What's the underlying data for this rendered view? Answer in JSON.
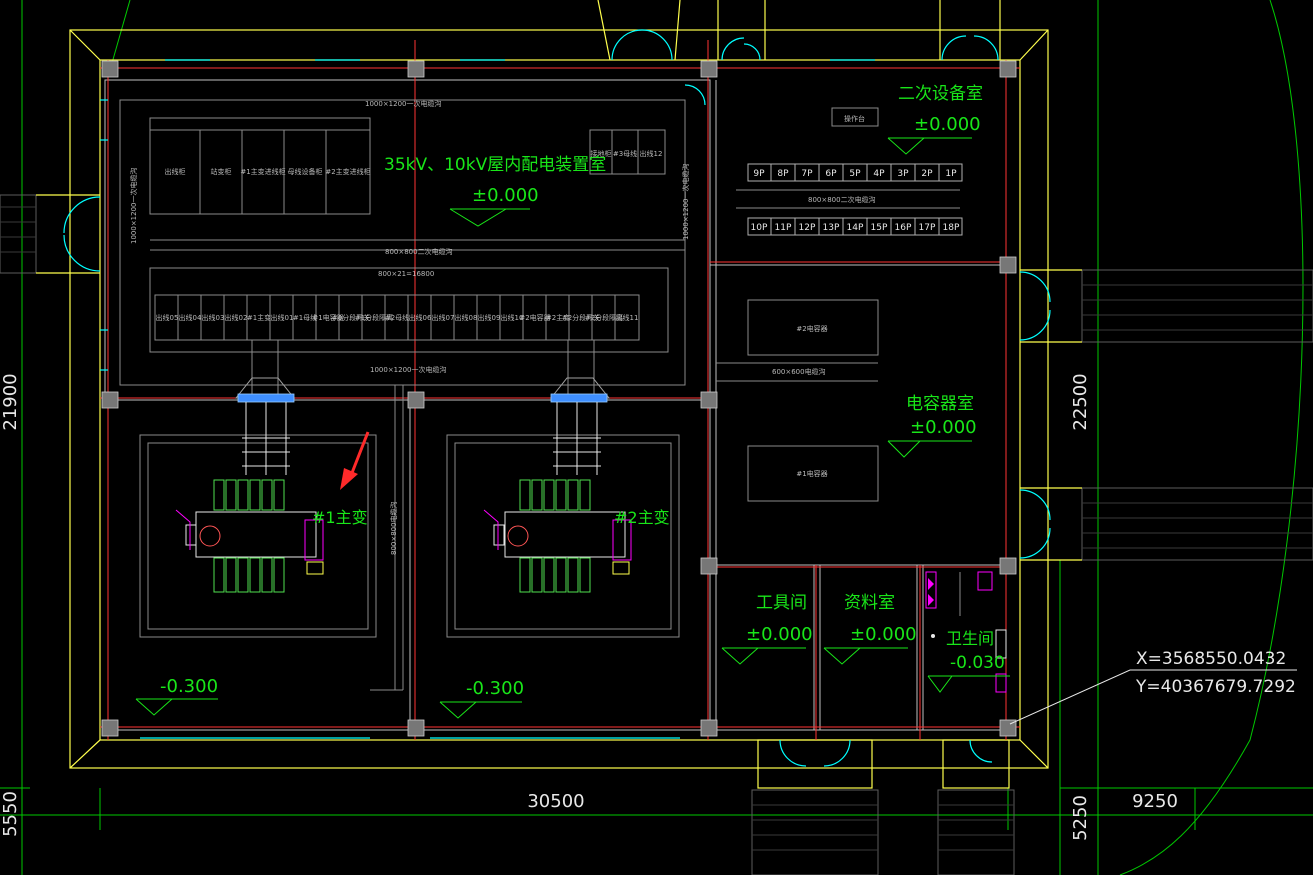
{
  "colors": {
    "background": "#000000",
    "wall": "#ffff4d",
    "axis": "#ff3333",
    "text_green": "#19e619",
    "dim_green": "#00c800",
    "line_gray": "#8a8a8a",
    "door_cyan": "#00ffff",
    "magenta": "#ff00ff",
    "equipment_white": "#e8e8e8",
    "arrow_red": "#ff2a2a"
  },
  "rooms": {
    "switchgear": {
      "name": "35kV、10kV屋内配电装置室",
      "elev": "±0.000"
    },
    "secondary": {
      "name": "二次设备室",
      "elev": "±0.000"
    },
    "capacitor": {
      "name": "电容器室",
      "elev": "±0.000"
    },
    "tool": {
      "name": "工具间",
      "elev": "±0.000"
    },
    "archive": {
      "name": "资料室",
      "elev": "±0.000"
    },
    "toilet": {
      "name": "卫生间",
      "elev": "-0.030"
    },
    "transformer1": {
      "name": "#1主变",
      "elev": "-0.300"
    },
    "transformer2": {
      "name": "#2主变",
      "elev": "-0.300"
    }
  },
  "cable_labels": {
    "top_trench": "1000×1200一次电缆沟",
    "left_trench": "1000×1200一次电缆沟",
    "right_trench": "1000×1200一次电缆沟",
    "mid_trench": "800×800二次电缆沟",
    "row_span": "800×21=16800",
    "bottom_trench": "1000×1200一次电缆沟",
    "secondary_trench": "800×800二次电缆沟",
    "capacitor_trench": "600×600电缆沟",
    "vertical_trench": "800×800电缆沟"
  },
  "upper_panels": [
    "出线柜",
    "站变柜",
    "#1主变进线柜",
    "母线设备柜",
    "#2主变进线柜"
  ],
  "small_panels": [
    "接地柜",
    "#3母线",
    "出线12"
  ],
  "lower_panels": [
    "出线05",
    "出线04",
    "出线03",
    "出线02",
    "#1主变",
    "出线01",
    "#1母线",
    "#1电容器",
    "#1分段开关",
    "#1分段隔离",
    "#2母线",
    "出线06",
    "出线07",
    "出线08",
    "出线09",
    "出线10",
    "#2电容器",
    "#2主变",
    "#2分段开关",
    "#2分段隔离",
    "出线11"
  ],
  "secondary_panels_top": [
    "9P",
    "8P",
    "7P",
    "6P",
    "5P",
    "4P",
    "3P",
    "2P",
    "1P"
  ],
  "secondary_panels_bottom": [
    "10P",
    "11P",
    "12P",
    "13P",
    "14P",
    "15P",
    "16P",
    "17P",
    "18P"
  ],
  "console_label": "操作台",
  "capacitor_labels": [
    "#2电容器",
    "#1电容器"
  ],
  "dimensions": {
    "bottom_main": "30500",
    "bottom_right": "9250",
    "bottom_right_vertical": "5250",
    "right_vertical": "22500",
    "left_vertical": "21900",
    "left_bottom": "5550"
  },
  "coordinates": {
    "x": "X=3568550.0432",
    "y": "Y=40367679.7292"
  }
}
